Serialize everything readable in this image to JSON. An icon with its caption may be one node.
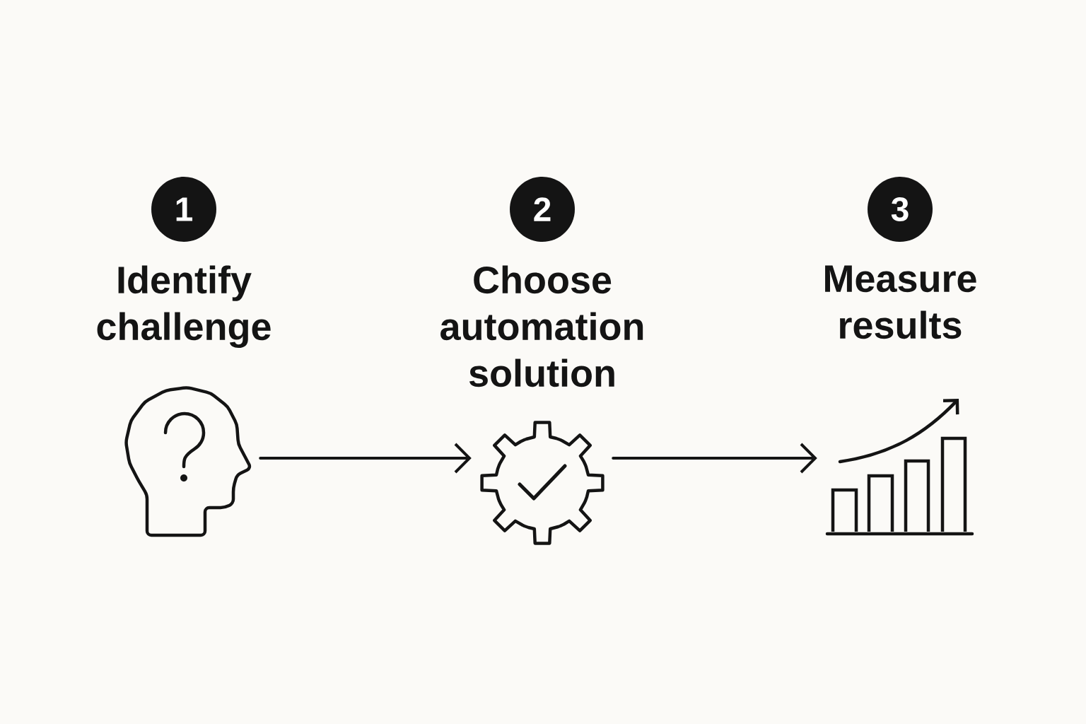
{
  "diagram": {
    "nodes": [
      {
        "text": [
          "1"
        ],
        "beside": [
          "Identify challenge"
        ]
      },
      {
        "text": [],
        "shape": "picture"
      },
      {
        "text": [
          "2"
        ],
        "beside": [
          "Choose automation solution"
        ]
      },
      {
        "text": [],
        "shape": "picture"
      },
      {
        "text": [
          "3"
        ],
        "beside": [
          "Measure results"
        ]
      },
      {
        "text": [],
        "shape": "picture"
      }
    ],
    "edges": [
      {
        "from": 1,
        "to": 3,
        "arrow": "to"
      },
      {
        "from": 3,
        "to": 5,
        "arrow": "to"
      }
    ]
  }
}
